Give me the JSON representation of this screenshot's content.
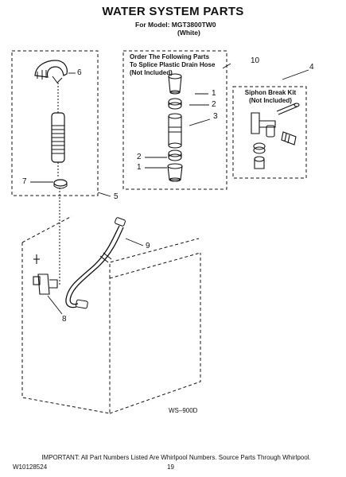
{
  "header": {
    "title": "WATER SYSTEM PARTS",
    "model_line": "For Model: MGT3800TW0",
    "color_line": "(White)"
  },
  "splice_box": {
    "lines": [
      "Order The Following Parts",
      "To Splice Plastic Drain Hose",
      "(Not Included)"
    ]
  },
  "siphon_box": {
    "lines": [
      "Siphon Break Kit",
      "(Not Included)"
    ]
  },
  "callouts": [
    "1",
    "2",
    "3",
    "10",
    "4",
    "2",
    "1",
    "6",
    "7",
    "5",
    "9",
    "8"
  ],
  "diagram_code": "WS–900D",
  "footer": {
    "left": "W10128524",
    "center": "19",
    "note": "IMPORTANT: All Part Numbers Listed Are Whirlpool Numbers. Source Parts Through Whirlpool."
  }
}
